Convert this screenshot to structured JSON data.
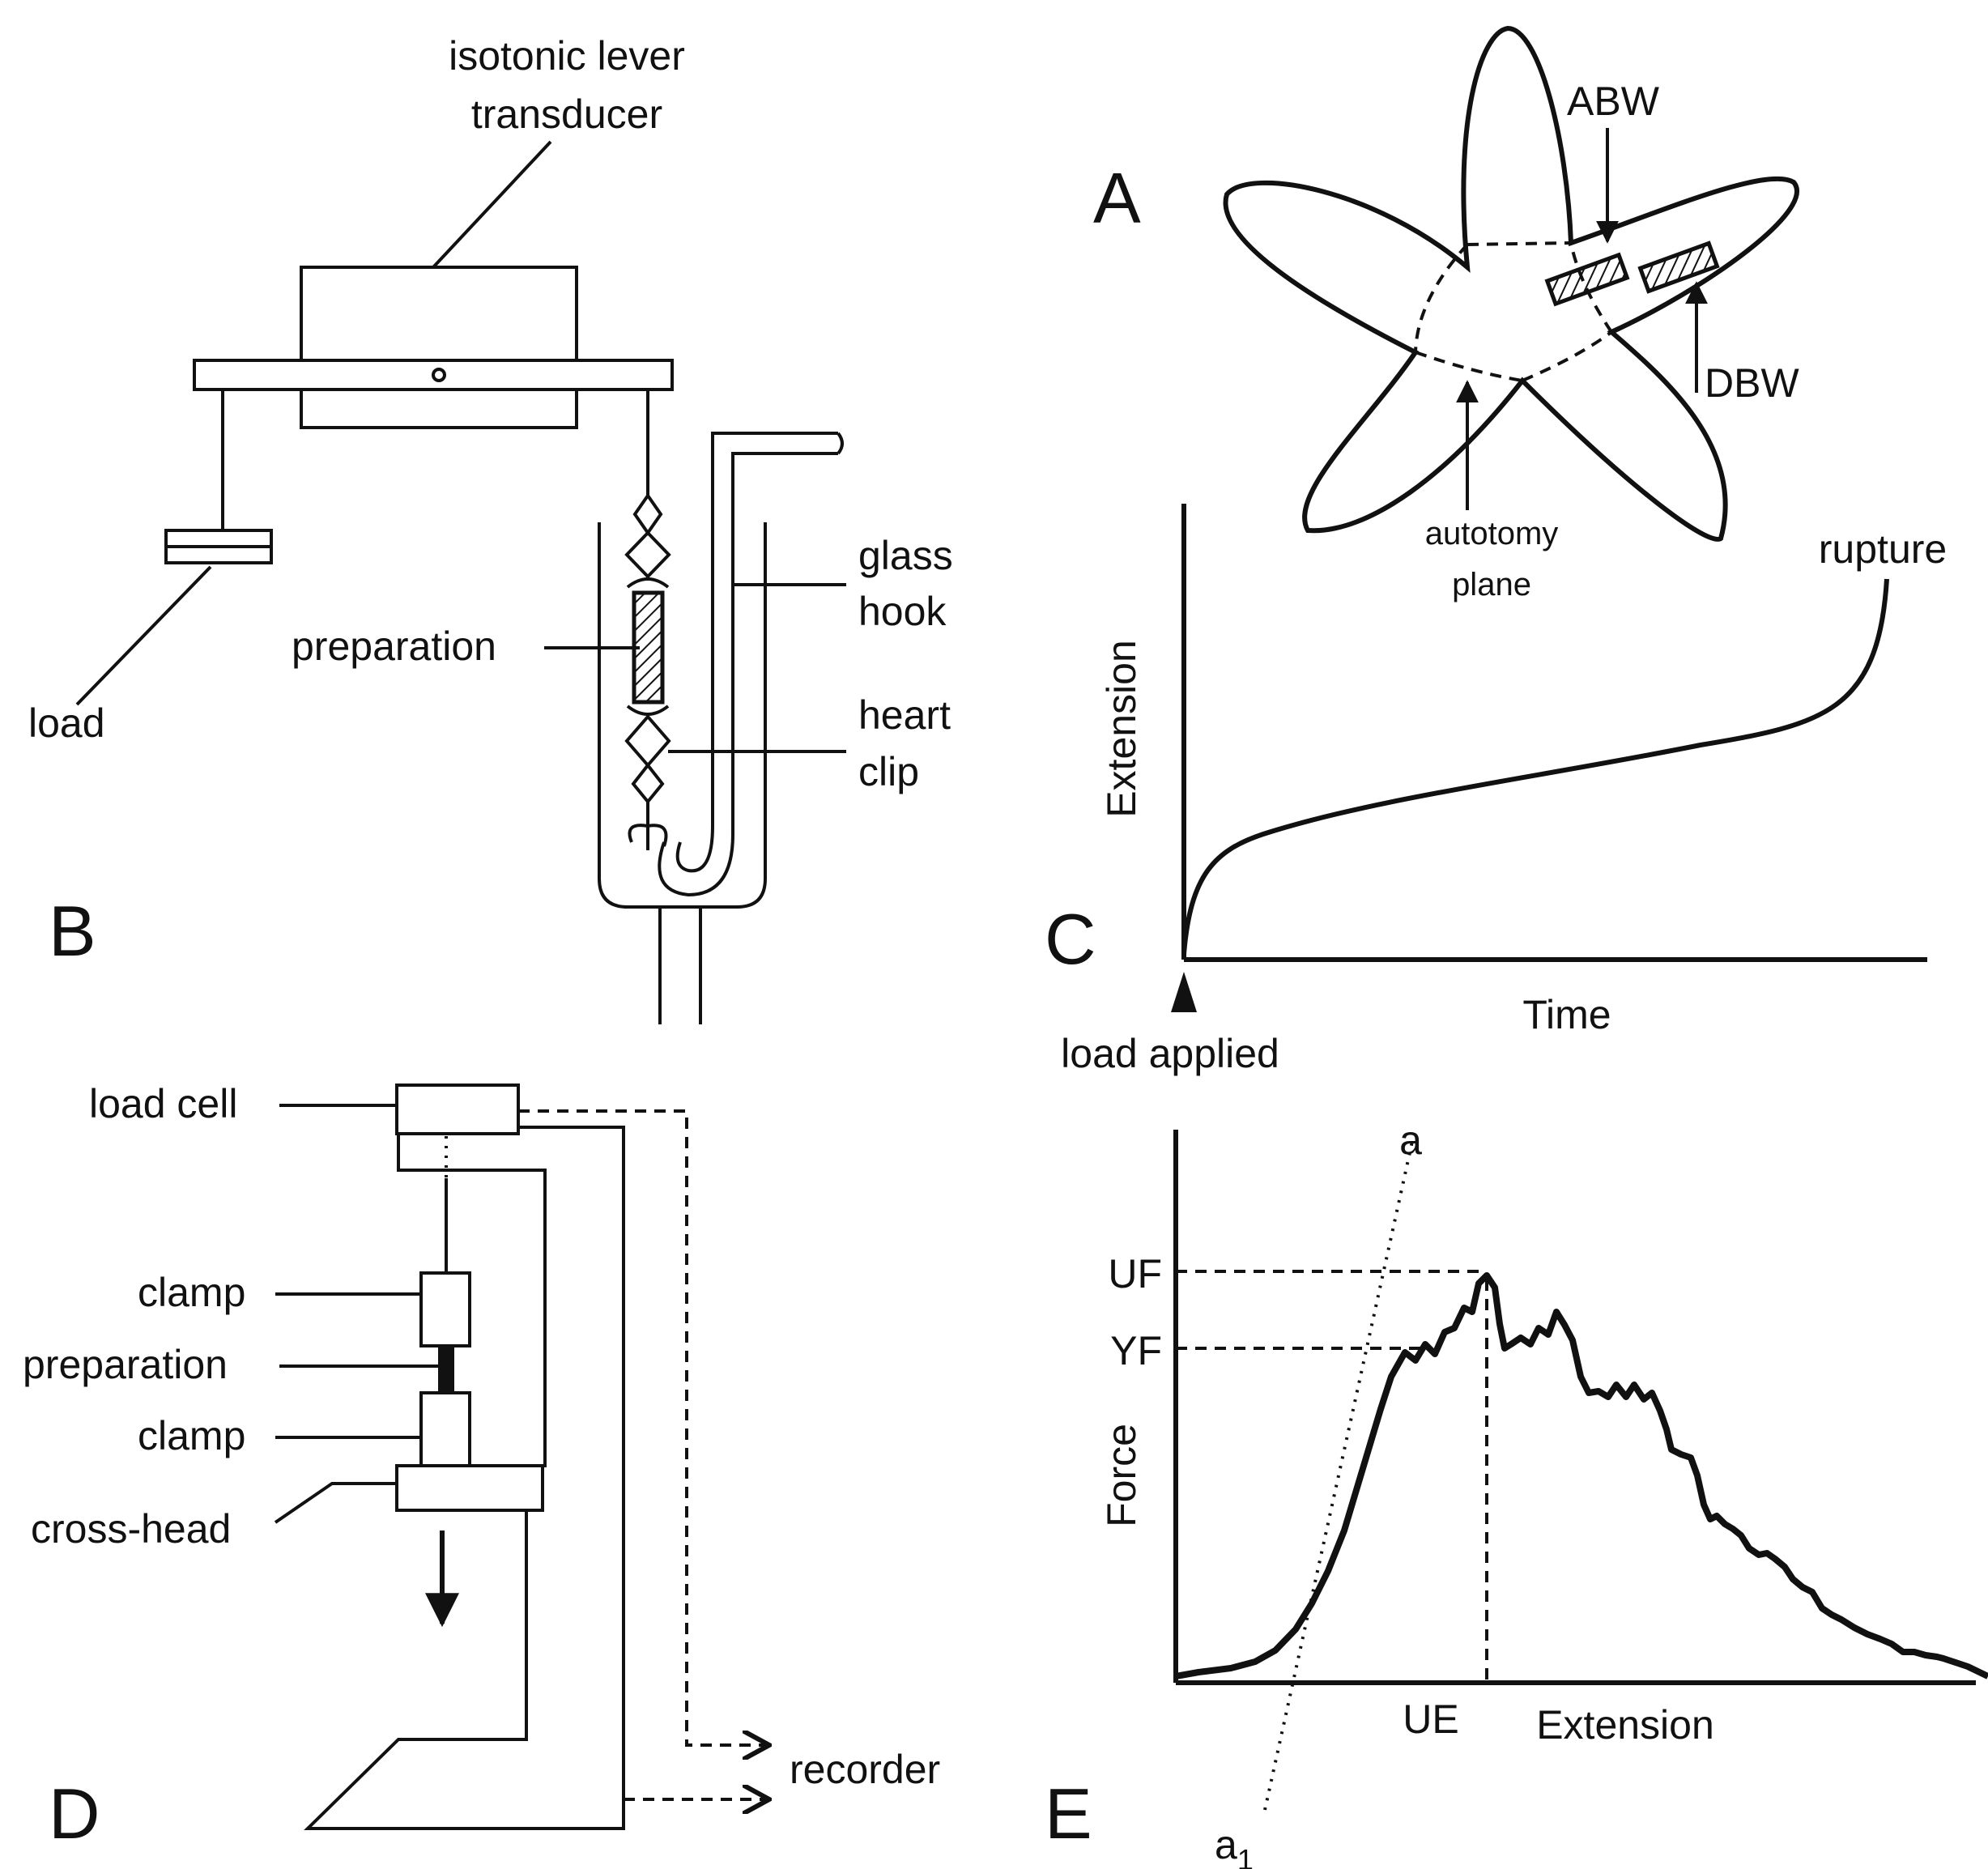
{
  "panels": {
    "a": "A",
    "b": "B",
    "c": "C",
    "d": "D",
    "e": "E"
  },
  "panel_b": {
    "transducer_label_1": "isotonic lever",
    "transducer_label_2": "transducer",
    "load": "load",
    "preparation": "preparation",
    "glass_1": "glass",
    "glass_2": "hook",
    "heart_1": "heart",
    "heart_2": "clip"
  },
  "panel_a": {
    "abw": "ABW",
    "dbw": "DBW",
    "autotomy_1": "autotomy",
    "autotomy_2": "plane"
  },
  "panel_c": {
    "ylabel": "Extension",
    "xlabel": "Time",
    "rupture": "rupture",
    "load_applied": "load applied"
  },
  "panel_d": {
    "load_cell": "load cell",
    "clamp_top": "clamp",
    "preparation": "preparation",
    "clamp_bottom": "clamp",
    "cross_head": "cross-head",
    "recorder": "recorder"
  },
  "panel_e": {
    "a": "a",
    "a1_base": "a",
    "a1_sub": "1",
    "uf": "UF",
    "yf": "YF",
    "ue": "UE",
    "ylabel": "Force",
    "xlabel": "Extension"
  }
}
